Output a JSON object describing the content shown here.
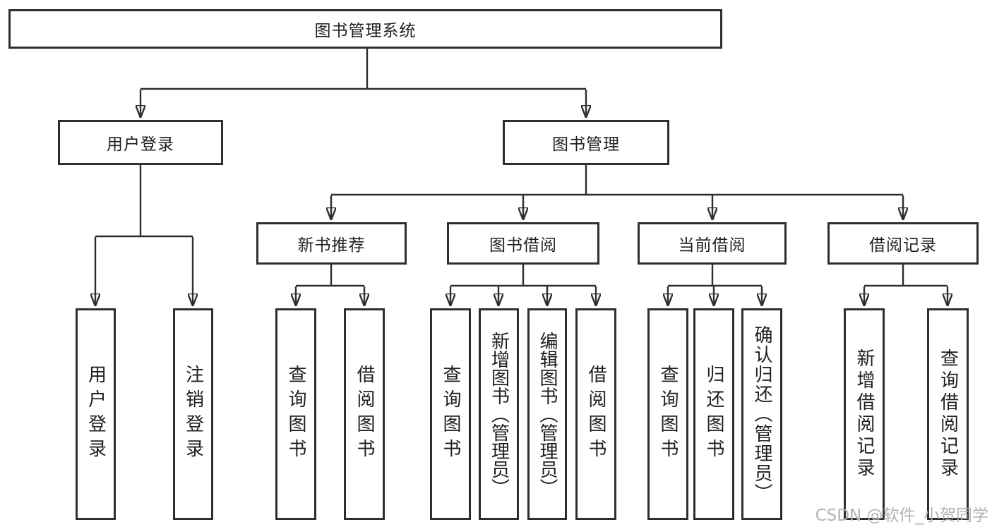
{
  "diagram": {
    "type": "hierarchy-tree",
    "title": "图书管理系统",
    "colors": {
      "line": "#2e2e2e",
      "text": "#1f1f1f",
      "watermark": "#b3b3b3",
      "background": "#ffffff"
    },
    "tree": {
      "label": "图书管理系统",
      "children": [
        {
          "label": "用户登录",
          "children": [
            {
              "label": "用户登录"
            },
            {
              "label": "注销登录"
            }
          ]
        },
        {
          "label": "图书管理",
          "children": [
            {
              "label": "新书推荐",
              "children": [
                {
                  "label": "查询图书"
                },
                {
                  "label": "借阅图书"
                }
              ]
            },
            {
              "label": "图书借阅",
              "children": [
                {
                  "label": "查询图书"
                },
                {
                  "label": "新增图书（管理员）"
                },
                {
                  "label": "编辑图书（管理员）"
                },
                {
                  "label": "借阅图书"
                }
              ]
            },
            {
              "label": "当前借阅",
              "children": [
                {
                  "label": "查询图书"
                },
                {
                  "label": "归还图书"
                },
                {
                  "label": "确认归还（管理员）"
                }
              ]
            },
            {
              "label": "借阅记录",
              "children": [
                {
                  "label": "新增借阅记录"
                },
                {
                  "label": "查询借阅记录"
                }
              ]
            }
          ]
        }
      ]
    },
    "watermark": {
      "text": "CSDN @软件_小贺同学"
    }
  }
}
